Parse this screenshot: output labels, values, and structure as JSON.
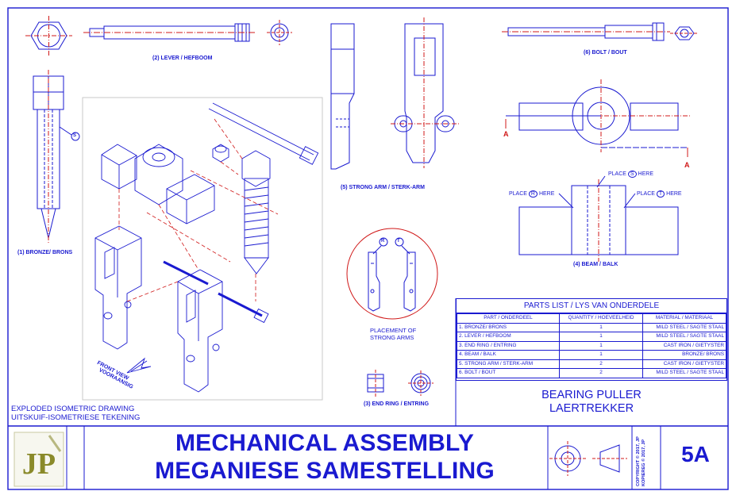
{
  "labels": {
    "lever": "(2) LEVER / HEFBOOM",
    "bolt": "(6) BOLT / BOUT",
    "bronze": "(1) BRONZE/ BRONS",
    "strong_arm": "(5) STRONG ARM / STERK-ARM",
    "beam": "(4) BEAM / BALK",
    "end_ring": "(3) END RING / ENTRING",
    "placement_1": "PLACEMENT OF",
    "placement_2": "STRONG ARMS",
    "exploded_1": "EXPLODED ISOMETRIC DRAWING",
    "exploded_2": "UITSKUIF-ISOMETRIESE TEKENING",
    "front_view_1": "FRONT VIEW",
    "front_view_2": "VOORAANSIG",
    "section_a": "A",
    "place_r_pre": "PLACE",
    "place_r_letter": "R",
    "place_r_post": "HERE",
    "place_s_pre": "PLACE",
    "place_s_letter": "S",
    "place_s_post": "HERE",
    "place_t_pre": "PLACE",
    "place_t_letter": "T",
    "place_t_post": "HERE",
    "marker_s": "S",
    "marker_r": "R",
    "marker_t": "T"
  },
  "parts_list": {
    "title": "PARTS LIST / LYS VAN ONDERDELE",
    "headers": [
      "PART / ONDERDEEL",
      "QUANTITY / HOEVEELHEID",
      "MATERIAL / MATERIAAL"
    ],
    "rows": [
      [
        "1. BRONZE/ BRONS",
        "1",
        "MILD STEEL / SAGTE STAAL"
      ],
      [
        "2. LEVER / HEFBOOM",
        "1",
        "MILD STEEL / SAGTE STAAL"
      ],
      [
        "3. END RING / ENTRING",
        "1",
        "CAST IRON / GIETYSTER"
      ],
      [
        "4. BEAM / BALK",
        "1",
        "BRONZE/ BRONS"
      ],
      [
        "5. STRONG ARM / STERK-ARM",
        "2",
        "CAST IRON / GIETYSTER"
      ],
      [
        "6. BOLT / BOUT",
        "2",
        "MILD STEEL / SAGTE STAAL"
      ]
    ]
  },
  "assembly_name": {
    "line1": "BEARING PULLER",
    "line2": "LAERTREKKER"
  },
  "title_block": {
    "title_1": "MECHANICAL ASSEMBLY",
    "title_2": "MEGANIESE SAMESTELLING",
    "sheet_number": "5A",
    "copyright_1": "COPYRIGHT © 2017, JP",
    "copyright_2": "KOPIEREG © 2017, JP",
    "logo_text": "JP"
  },
  "colors": {
    "line": "#1a1ad0",
    "center_line": "#d01818",
    "logo": "#8a8a2a"
  }
}
